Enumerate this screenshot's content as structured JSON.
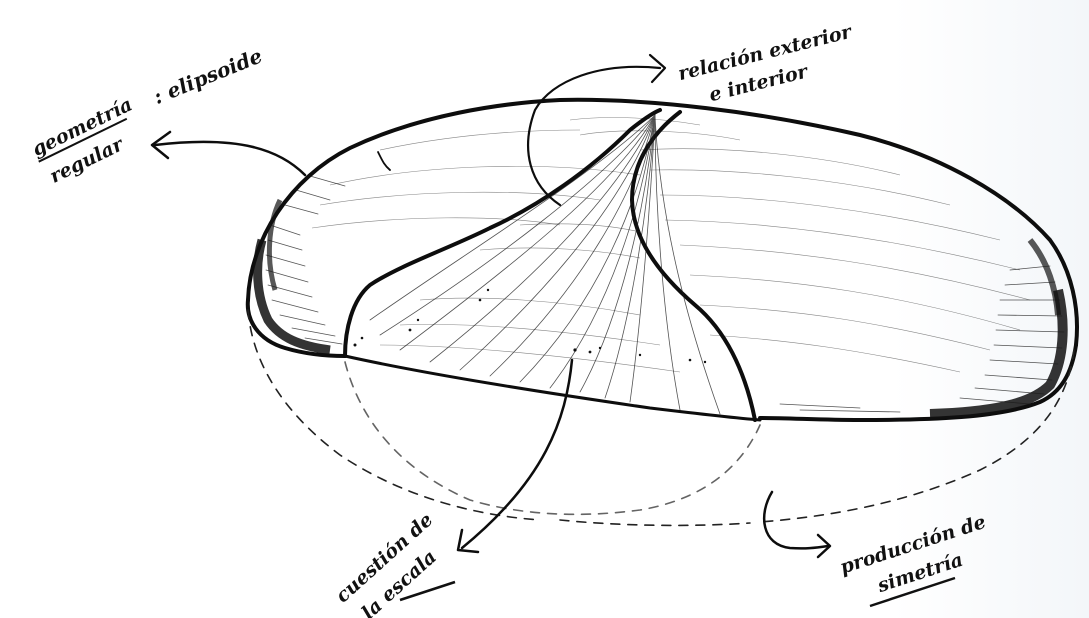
{
  "labels": {
    "geometria_line1": "geometría",
    "geometria_line2": "regular",
    "elipsoide": ": elipsoide",
    "relacion_line1": "relación exterior",
    "relacion_line2": "e interior",
    "cuestion_line1": "cuestión de",
    "cuestion_line2": "la escala",
    "produccion_line1": "producción de",
    "produccion_line2": "simetría"
  },
  "colors": {
    "ink": "#0d0d0d",
    "paper": "#ffffff"
  }
}
